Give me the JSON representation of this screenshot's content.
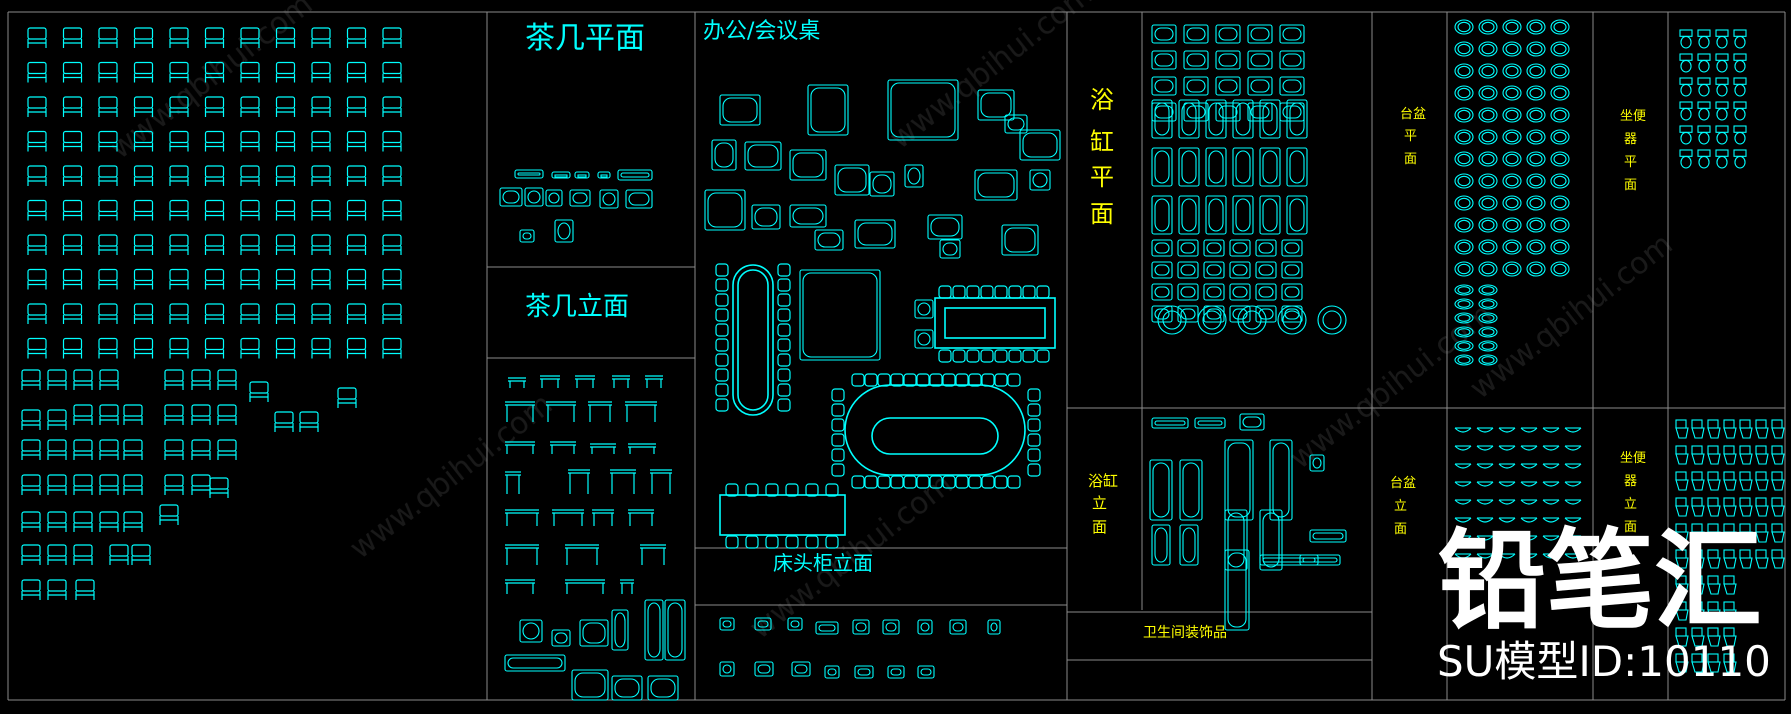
{
  "drawing": {
    "colors": {
      "background": "#000000",
      "frame": "#8a8a8a",
      "symbol": "#00ffff",
      "label_yellow": "#ffff00",
      "label_cyan": "#00ffff",
      "watermark": "#ffffff"
    },
    "labels": {
      "tea_table_plan": "茶几平面",
      "tea_table_elevation": "茶几立面",
      "office_meeting_table": "办公/会议桌",
      "bedside_cabinet_elevation": "床头柜立面",
      "bathtub_plan": [
        "浴",
        "缸",
        "平",
        "面"
      ],
      "bathtub_elevation": [
        "浴缸",
        "立",
        "面"
      ],
      "bathroom_decor": "卫生间装饰品",
      "basin_plan": [
        "台盆",
        "平",
        "面"
      ],
      "basin_elevation": [
        "台盆",
        "立",
        "面"
      ],
      "toilet_plan": [
        "坐便",
        "器",
        "平",
        "面"
      ],
      "toilet_elevation": [
        "坐便",
        "器",
        "立",
        "面"
      ]
    },
    "watermark": {
      "brand": "铅笔汇",
      "model_id": "SU模型ID:10110",
      "site": "www.qbihui.com"
    }
  }
}
